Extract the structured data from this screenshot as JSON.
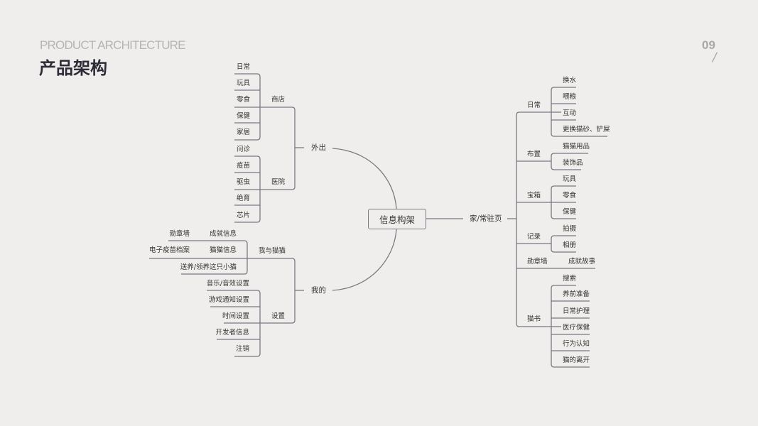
{
  "header": {
    "subtitle": "PRODUCT ARCHITECTURE",
    "title": "产品架构",
    "page": "09",
    "page_mark": "/"
  },
  "root": "信息构架",
  "out": {
    "label": "外出",
    "shop": {
      "label": "商店",
      "items": [
        "日常",
        "玩具",
        "零食",
        "保健",
        "家居"
      ]
    },
    "hospital": {
      "label": "医院",
      "items": [
        "问诊",
        "疫苗",
        "驱虫",
        "绝育",
        "芯片"
      ]
    }
  },
  "mine": {
    "label": "我的",
    "cat": {
      "label": "我与猫猫",
      "items": [
        {
          "label": "成就信息",
          "child": "勋章墙"
        },
        {
          "label": "猫猫信息",
          "child": "电子疫苗档案"
        },
        {
          "label": "送养/领养这只小猫"
        }
      ]
    },
    "settings": {
      "label": "设置",
      "items": [
        "音乐/音效设置",
        "游戏通知设置",
        "时间设置",
        "开发者信息",
        "注销"
      ]
    }
  },
  "home": {
    "label": "家/常驻页",
    "groups": [
      {
        "label": "日常",
        "items": [
          "换水",
          "喂粮",
          "互动",
          "更换猫砂、铲屎"
        ]
      },
      {
        "label": "布置",
        "items": [
          "猫猫用品",
          "装饰品"
        ]
      },
      {
        "label": "宝箱",
        "items": [
          "玩具",
          "零食",
          "保健"
        ]
      },
      {
        "label": "记录",
        "items": [
          "拍摄",
          "相册"
        ]
      },
      {
        "label": "勋章墙",
        "items": [
          "成就故事"
        ]
      },
      {
        "label": "猫书",
        "items": [
          "搜索",
          "养前准备",
          "日常护理",
          "医疗保健",
          "行为认知",
          "猫的离开"
        ]
      }
    ]
  }
}
